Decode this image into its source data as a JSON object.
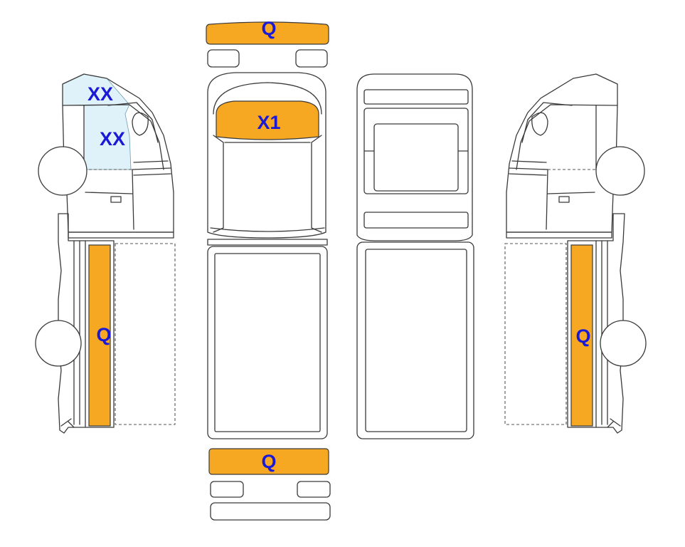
{
  "colors": {
    "damage_fill": "#f7a823",
    "glass_fill": "#dff2f9",
    "label_text": "#1a1ad6",
    "outline": "#3a3a3a",
    "background": "#ffffff"
  },
  "views": [
    "left-side",
    "top",
    "underside",
    "right-side"
  ],
  "markers": {
    "front_bumper": "Q",
    "windshield": "X1",
    "left_window_upper": "XX",
    "left_window_lower": "XX",
    "left_side_panel": "Q",
    "right_side_panel": "Q",
    "rear_bumper": "Q"
  }
}
